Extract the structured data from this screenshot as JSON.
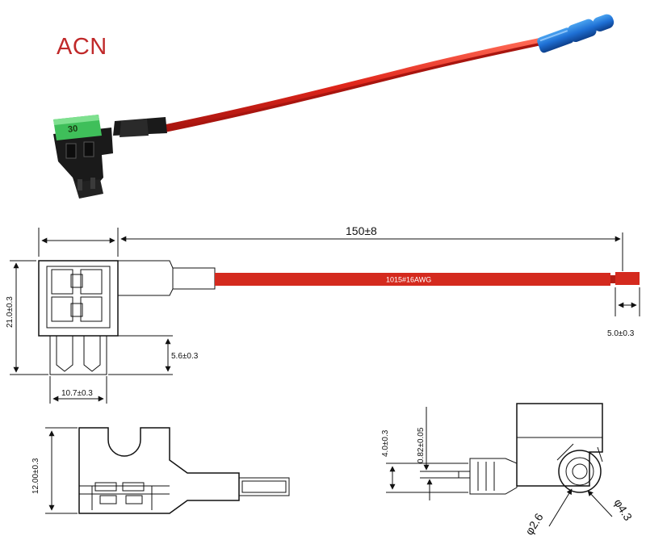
{
  "brand": "ACN",
  "colors": {
    "brand": "#c0292a",
    "wire": "#e0261b",
    "connector": "#1e6fd4",
    "fuse": "#3fbf5a",
    "housing": "#1a1a1a"
  },
  "photo": {
    "fuse_rating": "30"
  },
  "drawing": {
    "wire_label": "1015#16AWG",
    "dims": {
      "total_length": "150±8",
      "height": "21.0±0.3",
      "width": "10.7±0.3",
      "leg": "5.6±0.3",
      "strip": "5.0±0.3",
      "side_height": "12.00±0.3",
      "terminal_height": "4.0±0.3",
      "terminal_thickness": "0.82±0.05",
      "hole_inner": "φ2.6",
      "hole_outer": "φ4.3"
    }
  }
}
